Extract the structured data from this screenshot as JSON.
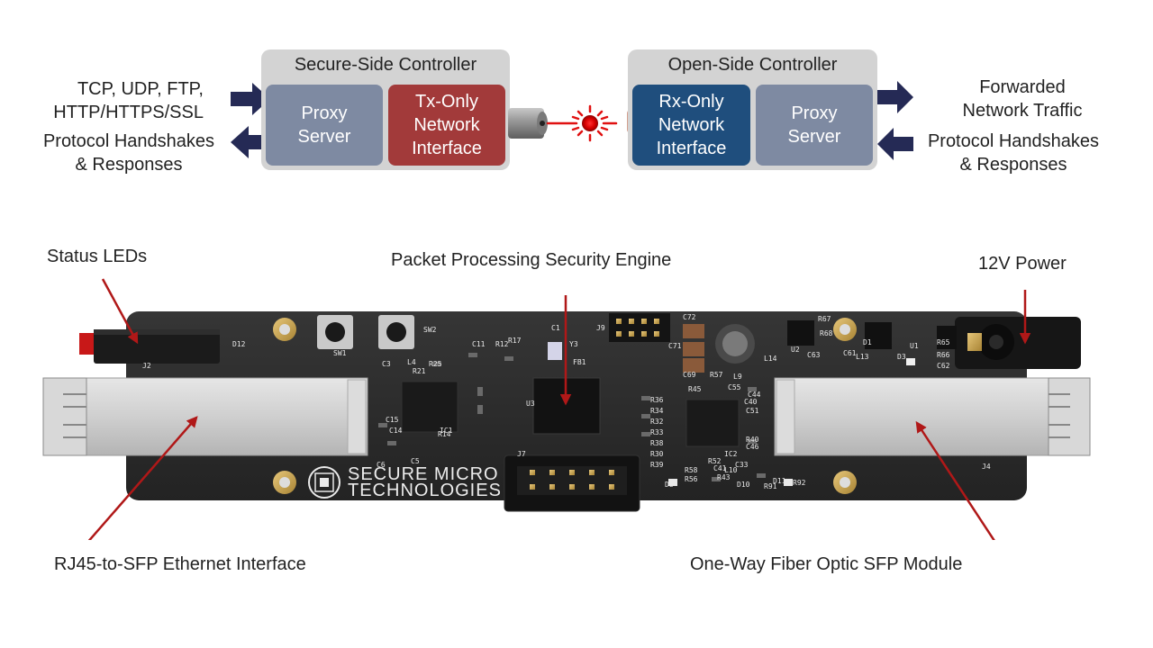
{
  "diagram": {
    "left_labels": {
      "protocols": "TCP, UDP, FTP,\nHTTP/HTTPS/SSL",
      "handshakes": "Protocol Handshakes\n& Responses"
    },
    "right_labels": {
      "forwarded": "Forwarded\nNetwork Traffic",
      "handshakes": "Protocol Handshakes\n& Responses"
    },
    "secure_controller": {
      "title": "Secure-Side Controller",
      "proxy": "Proxy\nServer",
      "tx": "Tx-Only\nNetwork\nInterface"
    },
    "open_controller": {
      "title": "Open-Side Controller",
      "rx": "Rx-Only\nNetwork\nInterface",
      "proxy": "Proxy\nServer"
    },
    "colors": {
      "controller_bg": "#d3d3d3",
      "proxy": "#7e8aa2",
      "tx": "#a23a3a",
      "rx": "#1f4e7d",
      "arrow": "#252a55",
      "callout_arrow": "#b01818",
      "pcb": "#2c2c2c"
    }
  },
  "board": {
    "callouts": {
      "status_leds": "Status LEDs",
      "engine": "Packet Processing Security Engine",
      "power": "12V Power",
      "rj45": "RJ45-to-SFP Ethernet Interface",
      "sfp": "One-Way Fiber Optic SFP Module"
    },
    "logo_line1": "SECURE MICRO",
    "logo_line2": "TECHNOLOGIES",
    "silkscreen": [
      "SW1",
      "SW2",
      "J2",
      "D12",
      "J9",
      "C72",
      "C71",
      "C69",
      "R57",
      "L14",
      "U2",
      "R68",
      "R67",
      "D1",
      "L13",
      "U1",
      "D3",
      "R65",
      "R66",
      "C62",
      "C61",
      "C63",
      "IC1",
      "IC2",
      "U3",
      "Y3",
      "FB1",
      "R12",
      "R17",
      "C11",
      "R25",
      "R21",
      "R14",
      "C3",
      "L4",
      "C5",
      "C6",
      "C15",
      "C14",
      "R45",
      "R36",
      "R34",
      "R32",
      "R33",
      "R38",
      "R30",
      "R39",
      "R40",
      "C46",
      "C51",
      "C44",
      "C40",
      "C55",
      "L9",
      "R58",
      "R56",
      "R52",
      "C41",
      "R43",
      "L10",
      "C33",
      "D8",
      "D10",
      "R91",
      "D11",
      "R92",
      "J4",
      "C1",
      "J7"
    ]
  }
}
